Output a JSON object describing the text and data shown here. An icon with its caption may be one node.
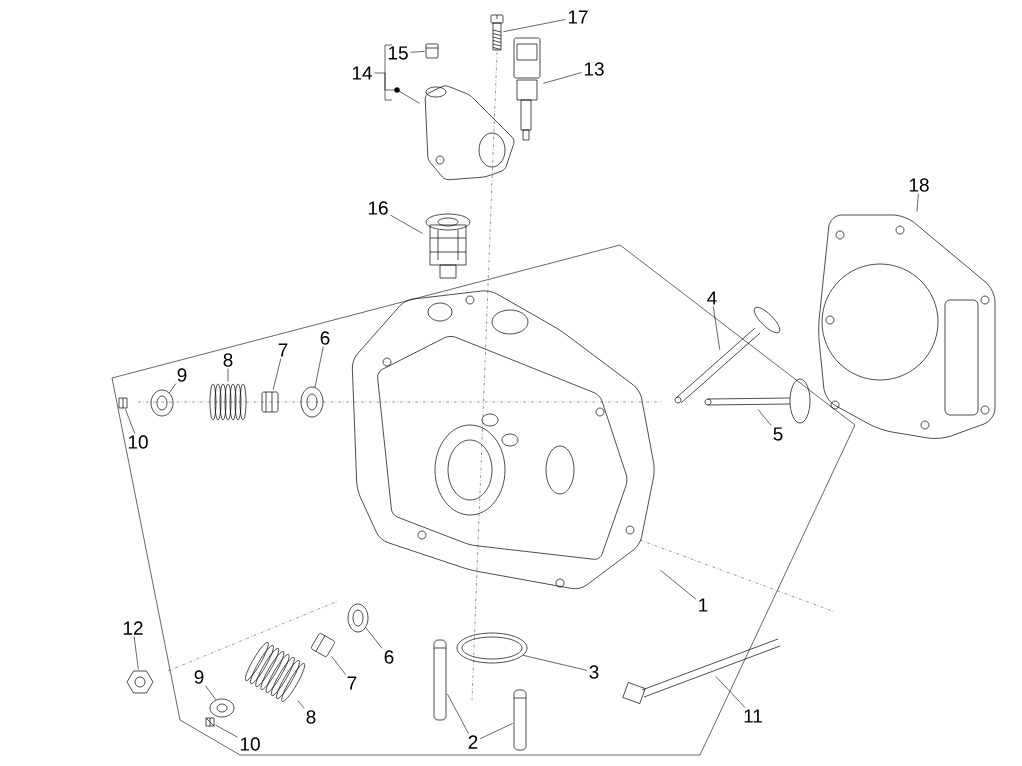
{
  "diagram": {
    "nodes": [
      {
        "text": [
          "17"
        ]
      },
      {
        "text": [
          "15"
        ]
      },
      {
        "text": [
          "13"
        ]
      },
      {
        "text": [
          "14"
        ]
      },
      {
        "text": [
          "18"
        ]
      },
      {
        "text": [
          "16"
        ]
      },
      {
        "text": [
          "4"
        ]
      },
      {
        "text": [
          "6"
        ]
      },
      {
        "text": [
          "7"
        ]
      },
      {
        "text": [
          "8"
        ]
      },
      {
        "text": [
          "9"
        ]
      },
      {
        "text": [
          "5"
        ]
      },
      {
        "text": [
          "10"
        ]
      },
      {
        "text": [
          "1"
        ]
      },
      {
        "text": [
          "12"
        ]
      },
      {
        "text": [
          "6"
        ]
      },
      {
        "text": [
          "3"
        ]
      },
      {
        "text": [
          "9"
        ]
      },
      {
        "text": [
          "7"
        ]
      },
      {
        "text": [
          "11"
        ]
      },
      {
        "text": [
          "8"
        ]
      },
      {
        "text": [
          "2"
        ]
      },
      {
        "text": [
          "10"
        ]
      },
      {
        "text": [],
        "shape": "picture"
      },
      {
        "text": [],
        "shape": "picture"
      },
      {
        "text": [],
        "shape": "picture"
      },
      {
        "text": [],
        "shape": "picture"
      },
      {
        "text": [],
        "shape": "picture"
      },
      {
        "text": [],
        "shape": "picture"
      },
      {
        "text": [],
        "shape": "picture"
      },
      {
        "text": [],
        "shape": "picture"
      },
      {
        "text": [],
        "shape": "picture"
      },
      {
        "text": [],
        "shape": "circle"
      },
      {
        "text": [],
        "shape": "picture"
      },
      {
        "text": [],
        "shape": "picture"
      },
      {
        "text": [],
        "shape": "circle"
      },
      {
        "text": [],
        "shape": "picture"
      },
      {
        "text": [],
        "shape": "circle"
      },
      {
        "text": [],
        "shape": "picture"
      },
      {
        "text": [],
        "shape": "circle"
      },
      {
        "text": [],
        "shape": "picture"
      },
      {
        "text": [],
        "shape": "picture"
      },
      {
        "text": [],
        "shape": "picture"
      },
      {
        "text": [],
        "shape": "picture"
      },
      {
        "text": [],
        "shape": "circle"
      },
      {
        "text": [],
        "shape": "picture"
      },
      {
        "text": [],
        "shape": "picture"
      }
    ],
    "edges": [
      {
        "from": 0,
        "to": 23,
        "arrow": "none"
      },
      {
        "from": 1,
        "to": 24,
        "arrow": "none"
      },
      {
        "from": 2,
        "to": 25,
        "arrow": "none"
      },
      {
        "from": 3,
        "to": 26,
        "arrow": "none"
      },
      {
        "from": 4,
        "to": 28,
        "arrow": "none"
      },
      {
        "from": 5,
        "to": 27,
        "arrow": "none"
      },
      {
        "from": 6,
        "to": 29,
        "arrow": "none"
      },
      {
        "from": 7,
        "to": 35,
        "arrow": "none"
      },
      {
        "from": 8,
        "to": 34,
        "arrow": "none"
      },
      {
        "from": 9,
        "to": 33,
        "arrow": "none"
      },
      {
        "from": 10,
        "to": 32,
        "arrow": "none"
      },
      {
        "from": 11,
        "to": 36,
        "arrow": "none"
      },
      {
        "from": 12,
        "to": 31,
        "arrow": "none"
      },
      {
        "from": 13,
        "to": 30,
        "arrow": "none"
      },
      {
        "from": 14,
        "to": 43,
        "arrow": "none"
      },
      {
        "from": 15,
        "to": 37,
        "arrow": "none"
      },
      {
        "from": 16,
        "to": 39,
        "arrow": "none"
      },
      {
        "from": 17,
        "to": 44,
        "arrow": "none"
      },
      {
        "from": 18,
        "to": 38,
        "arrow": "none"
      },
      {
        "from": 19,
        "to": 40,
        "arrow": "none"
      },
      {
        "from": 20,
        "to": 41,
        "arrow": "none"
      },
      {
        "from": 21,
        "to": 42,
        "arrow": "none"
      },
      {
        "from": 21,
        "to": 46,
        "arrow": "none"
      },
      {
        "from": 22,
        "to": 45,
        "arrow": "none"
      }
    ]
  }
}
